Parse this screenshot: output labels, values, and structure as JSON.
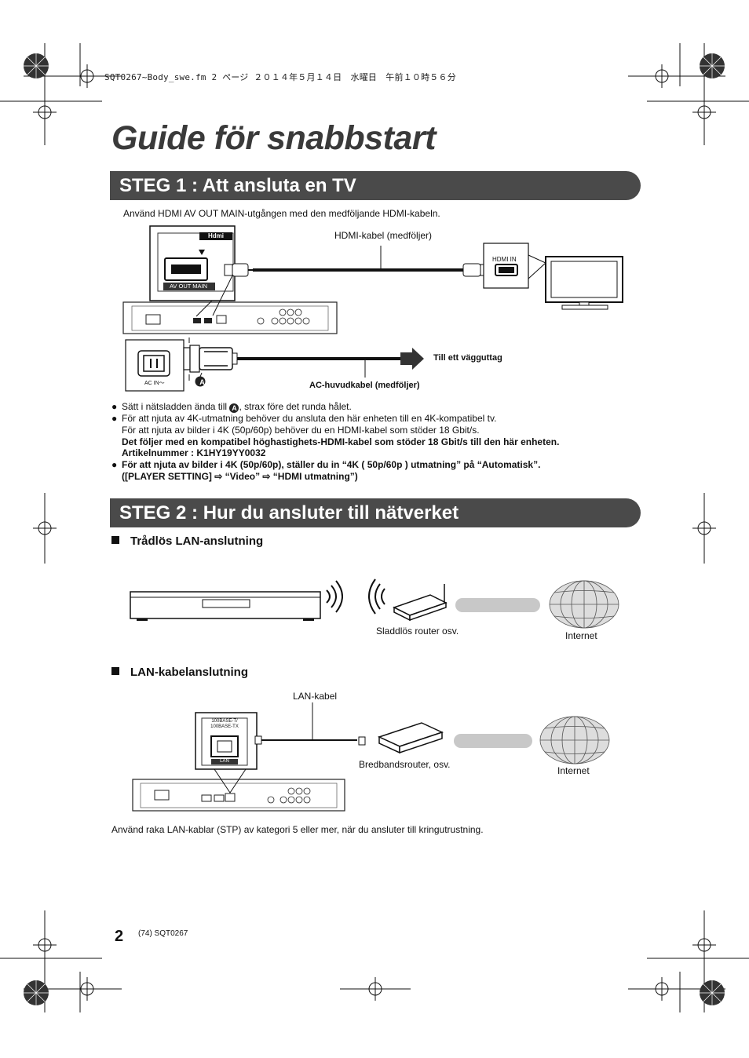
{
  "header": {
    "file_info": "SQT0267~Body_swe.fm  2 ページ  ２０１４年５月１４日　水曜日　午前１０時５６分"
  },
  "title": "Guide för snabbstart",
  "step1": {
    "heading": "STEG 1 : Att ansluta en TV",
    "intro": "Använd HDMI AV OUT MAIN-utgången med den medföljande HDMI-kabeln.",
    "diagram": {
      "hdmi_cable_label": "HDMI-kabel (medföljer)",
      "av_out_label": "AV OUT MAIN",
      "hdmi_logo": "Hdmi",
      "hdmi_in_label": "HDMI IN",
      "ac_in_label": "AC IN～",
      "wall_outlet_label": "Till ett vägguttag",
      "ac_cable_label": "AC-huvudkabel (medföljer)",
      "marker_a": "A"
    },
    "bullets": [
      {
        "before": "Sätt i nätsladden ända till ",
        "marker": "A",
        "after": ", strax före det runda hålet."
      },
      {
        "lines": [
          "För att njuta av 4K-utmatning behöver du ansluta den här enheten till en 4K-kompatibel tv.",
          "För att njuta av bilder i 4K (50p/60p) behöver du en HDMI-kabel som stöder 18 Gbit/s."
        ],
        "bold_lines": [
          "Det följer med en kompatibel höghastighets-HDMI-kabel som stöder 18 Gbit/s till den här enheten.",
          "Artikelnummer : K1HY19YY0032"
        ]
      },
      {
        "bold_lines": [
          "För att njuta av bilder i 4K (50p/60p), ställer du in “4K ( 50p/60p ) utmatning” på “Automatisk”.",
          "([PLAYER SETTING] ⇨ “Video” ⇨ “HDMI utmatning”)"
        ]
      }
    ]
  },
  "step2": {
    "heading": "STEG 2 : Hur du ansluter till nätverket",
    "wireless": {
      "heading": "Trådlös LAN-anslutning",
      "router_label": "Sladdlös router osv.",
      "internet_label": "Internet"
    },
    "wired": {
      "heading": "LAN-kabelanslutning",
      "cable_label": "LAN-kabel",
      "port_label_1": "100BASE-T/",
      "port_label_2": "100BASE-TX",
      "port_name": "LAN",
      "router_label": "Bredbandsrouter, osv.",
      "internet_label": "Internet"
    },
    "note": "Använd raka LAN-kablar (STP) av kategori 5 eller mer, när du ansluter till kringutrustning."
  },
  "footer": {
    "page_number": "2",
    "ref": "(74)    SQT0267"
  }
}
